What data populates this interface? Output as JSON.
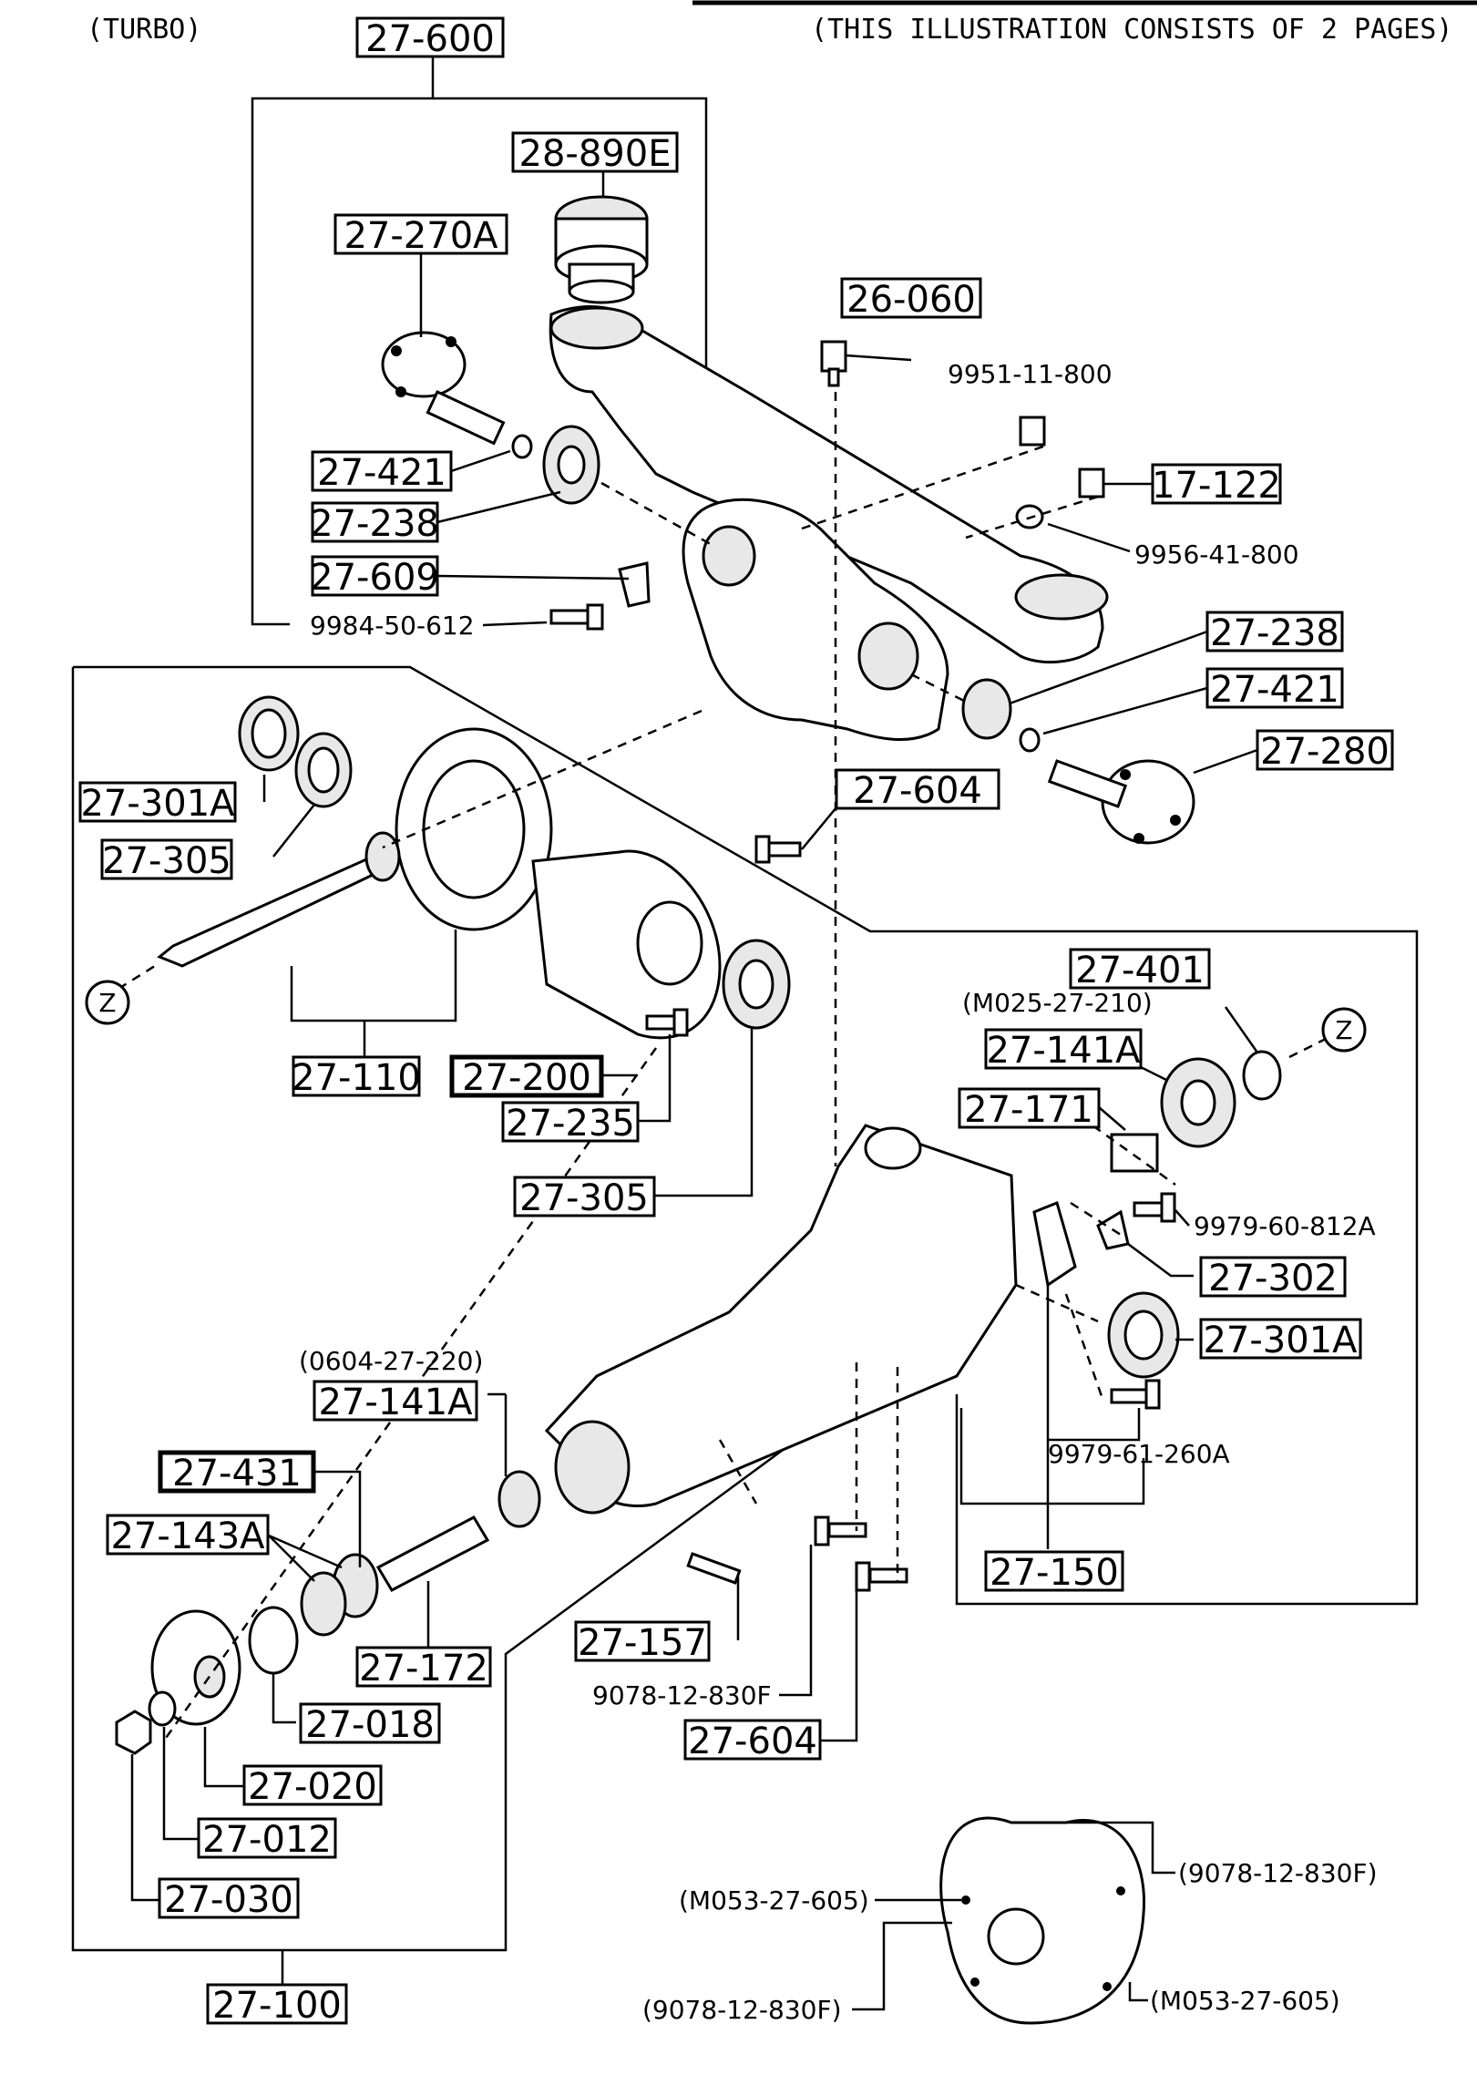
{
  "header": {
    "variant": "(TURBO)",
    "note": "(THIS ILLUSTRATION CONSISTS OF  2 PAGES)"
  },
  "parts": {
    "p27_600": "27-600",
    "p28_890E": "28-890E",
    "p27_270A": "27-270A",
    "p26_060": "26-060",
    "p9951_11_800": "9951-11-800",
    "p17_122": "17-122",
    "p9956_41_800": "9956-41-800",
    "p27_421_a": "27-421",
    "p27_238_a": "27-238",
    "p27_609": "27-609",
    "p9984_50_612": "9984-50-612",
    "p27_238_b": "27-238",
    "p27_421_b": "27-421",
    "p27_280": "27-280",
    "p27_301A_a": "27-301A",
    "p27_305_a": "27-305",
    "p27_604_a": "27-604",
    "p27_110": "27-110",
    "p27_200": "27-200",
    "p27_235": "27-235",
    "p27_305_b": "27-305",
    "p27_401": "27-401",
    "p27_141A_a": "27-141A",
    "p27_171": "27-171",
    "p9979_60_812A": "9979-60-812A",
    "p27_302": "27-302",
    "p27_301A_b": "27-301A",
    "p9979_61_260A": "9979-61-260A",
    "p27_150": "27-150",
    "p27_141A_b": "27-141A",
    "p27_431": "27-431",
    "p27_143A": "27-143A",
    "p27_172": "27-172",
    "p27_157": "27-157",
    "p9078_12_830F": "9078-12-830F",
    "p27_604_b": "27-604",
    "p27_018": "27-018",
    "p27_020": "27-020",
    "p27_012": "27-012",
    "p27_030": "27-030",
    "p27_100": "27-100",
    "ref_M025": "(M025-27-210)",
    "ref_0604": "(0604-27-220)",
    "ref_M053_a": "(M053-27-605)",
    "ref_9078_a": "(9078-12-830F)",
    "ref_9078_b": "(9078-12-830F)",
    "ref_M053_b": "(M053-27-605)",
    "z_a": "Z",
    "z_b": "Z"
  }
}
